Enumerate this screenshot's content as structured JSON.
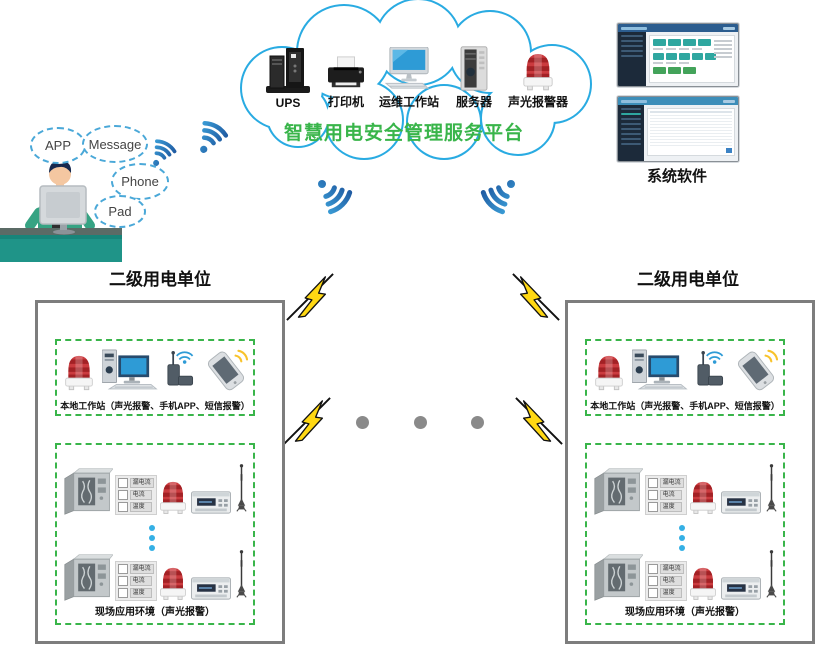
{
  "cloud": {
    "platform_title": "智慧用电安全管理服务平台",
    "devices": [
      {
        "label": "UPS"
      },
      {
        "label": "打印机"
      },
      {
        "label": "运维工作站"
      },
      {
        "label": "服务器"
      },
      {
        "label": "声光报警器"
      }
    ]
  },
  "software": {
    "label": "系统软件"
  },
  "operator": {
    "bubbles": [
      {
        "label": "APP"
      },
      {
        "label": "Message"
      },
      {
        "label": "Phone"
      },
      {
        "label": "Pad"
      }
    ]
  },
  "unit": {
    "title": "二级用电单位",
    "workstation_label": "本地工作站（声光报警、手机APP、短信报警）",
    "field_label": "现场应用环境（声光报警）",
    "sensor_labels": [
      {
        "label": "漏电流"
      },
      {
        "label": "电流"
      },
      {
        "label": "温度"
      }
    ]
  },
  "colors": {
    "cloud_outline": "#29abe2",
    "platform_title_green": "#39b54a",
    "dashed_zone_green": "#39b54a",
    "unit_border_gray": "#7d7d7d",
    "lightning_yellow": "#ffd813",
    "wifi_blue_light": "#45b6ea",
    "wifi_blue_dark": "#143f8c",
    "alarm_red": "#cb3b3f",
    "desk_teal": "#1f9488"
  }
}
